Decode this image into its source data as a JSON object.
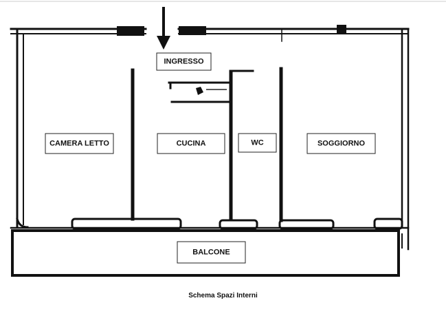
{
  "rooms": {
    "ingresso": "INGRESSO",
    "camera_letto": "CAMERA LETTO",
    "cucina": "CUCINA",
    "wc": "WC",
    "soggiorno": "SOGGIORNO",
    "balcone": "BALCONE"
  },
  "caption": "Schema Spazi Interni",
  "colors": {
    "walls": "#111111",
    "background": "#ffffff"
  },
  "icons": {
    "entrance": "down-arrow-icon"
  }
}
